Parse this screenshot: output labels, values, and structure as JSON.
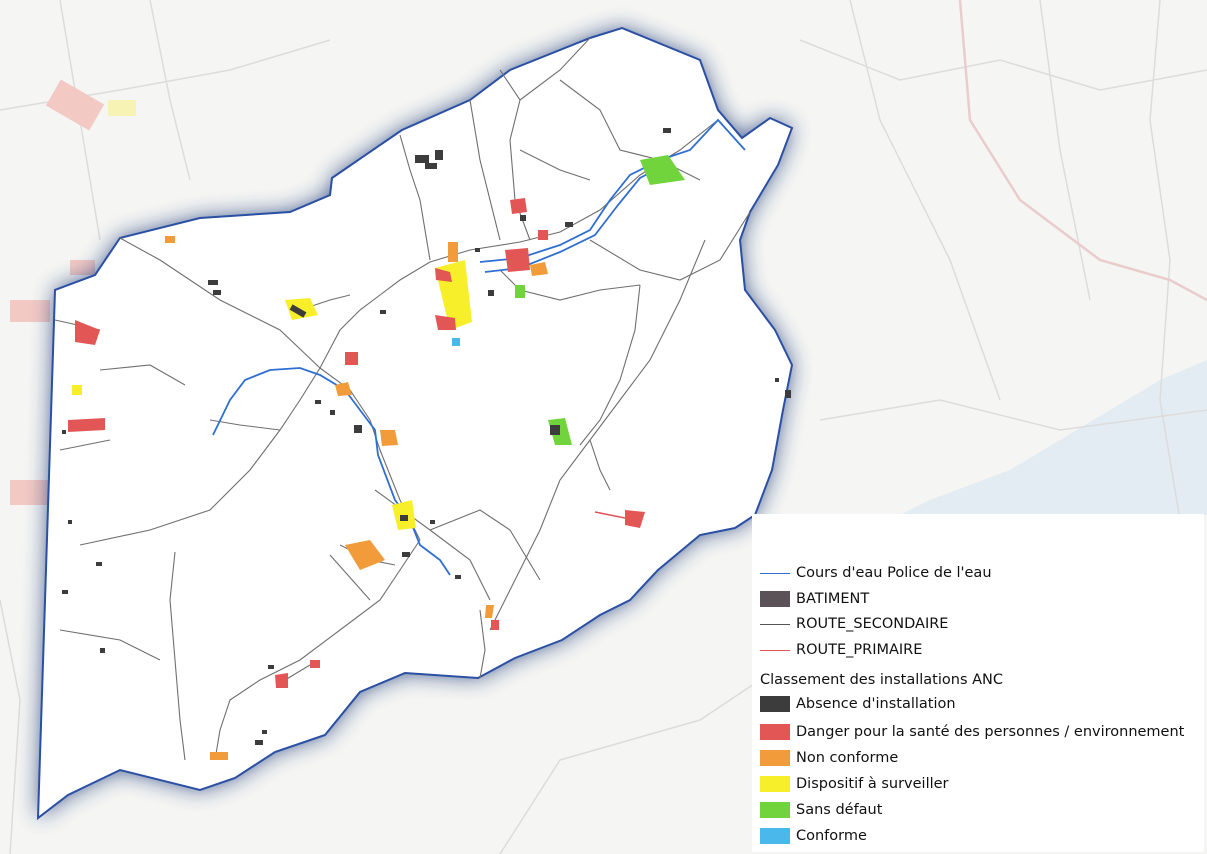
{
  "legend": {
    "line_items": [
      {
        "label": "Cours d'eau Police de l'eau",
        "symbol": "line",
        "color": "#2f6fd1"
      },
      {
        "label": "BATIMENT",
        "symbol": "fill",
        "color": "#5a5256"
      },
      {
        "label": "ROUTE_SECONDAIRE",
        "symbol": "line",
        "color": "#555555"
      },
      {
        "label": "ROUTE_PRIMAIRE",
        "symbol": "line",
        "color": "#e0525a"
      }
    ],
    "anc_title": "Classement des installations ANC",
    "anc_items": [
      {
        "label": "Absence d'installation",
        "color": "#3c3c3c"
      },
      {
        "label": "Danger pour la santé des personnes / environnement",
        "color": "#e35656"
      },
      {
        "label": "Non conforme",
        "color": "#f29b3a"
      },
      {
        "label": "Dispositif à surveiller",
        "color": "#f7ef2a"
      },
      {
        "label": "Sans défaut",
        "color": "#72d43c"
      },
      {
        "label": "Conforme",
        "color": "#4ab8ea"
      }
    ]
  }
}
